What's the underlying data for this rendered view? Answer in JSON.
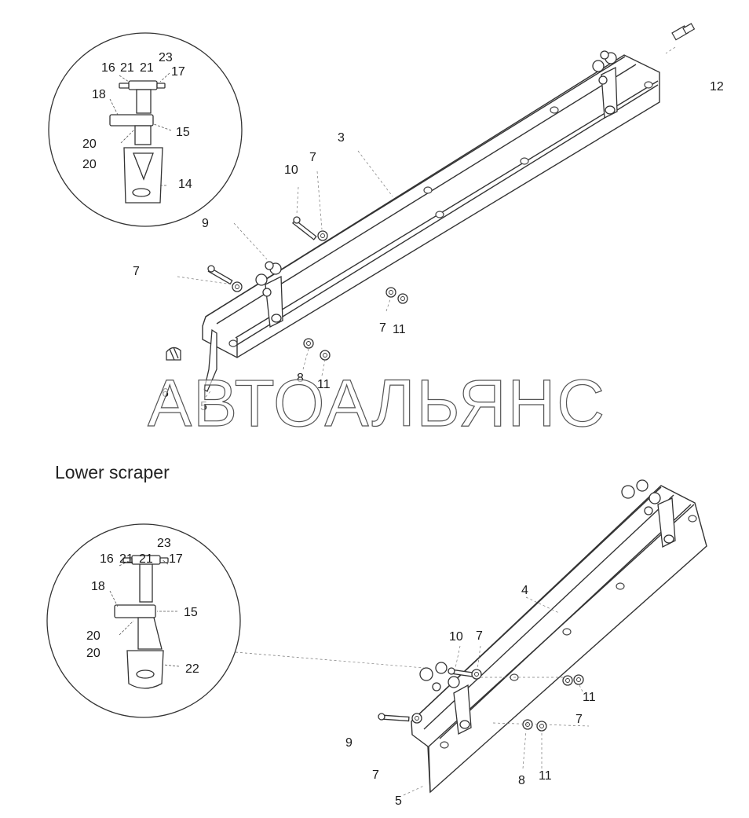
{
  "watermark": "АВТОАЛЬЯНС",
  "section_caption": "Lower scraper",
  "upper_detail_labels": {
    "l16": "16",
    "l21a": "21",
    "l21b": "21",
    "l23": "23",
    "l17": "17",
    "l18": "18",
    "l15": "15",
    "l20a": "20",
    "l20b": "20",
    "l14": "14"
  },
  "upper_assembly_labels": {
    "l12": "12",
    "l3": "3",
    "l10": "10",
    "l7a": "7",
    "l9": "9",
    "l7b": "7",
    "l7c": "7",
    "l11a": "11",
    "l8": "8",
    "l11b": "11",
    "l6": "6",
    "l5": "5"
  },
  "lower_detail_labels": {
    "l16": "16",
    "l21a": "21",
    "l21b": "21",
    "l23": "23",
    "l17": "17",
    "l18": "18",
    "l15": "15",
    "l20a": "20",
    "l20b": "20",
    "l22": "22"
  },
  "lower_assembly_labels": {
    "l4": "4",
    "l10": "10",
    "l7a": "7",
    "l11a": "11",
    "l7b": "7",
    "l9": "9",
    "l7c": "7",
    "l8": "8",
    "l11b": "11",
    "l5": "5"
  }
}
